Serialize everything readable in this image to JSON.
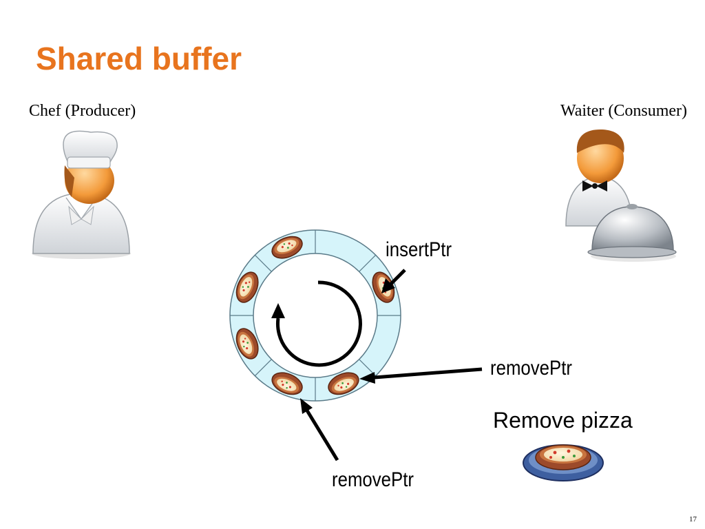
{
  "slide": {
    "title": "Shared buffer",
    "page_number": "17"
  },
  "producer": {
    "label": "Chef (Producer)",
    "icon": "chef-icon"
  },
  "consumer": {
    "label": "Waiter (Consumer)",
    "icon": "waiter-icon"
  },
  "buffer": {
    "slots": 8,
    "filled_slots": [
      1,
      3,
      4,
      5,
      6,
      7
    ],
    "pointers": {
      "insert": "insertPtr",
      "remove_right": "removePtr",
      "remove_bottom": "removePtr"
    }
  },
  "action": {
    "label": "Remove pizza",
    "icon": "pizza-icon"
  },
  "colors": {
    "title": "#e8741e",
    "ring_fill": "#d6f4fa",
    "ring_stroke": "#5a7a88"
  }
}
